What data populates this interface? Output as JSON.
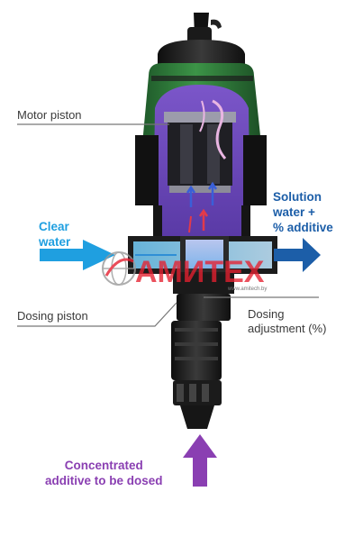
{
  "labels": {
    "motor_piston": "Motor piston",
    "dosing_piston": "Dosing piston",
    "dosing_adjustment_line1": "Dosing",
    "dosing_adjustment_line2": "adjustment (%)",
    "clear_water_line1": "Clear",
    "clear_water_line2": "water",
    "solution_line1": "Solution",
    "solution_line2": "water +",
    "solution_line3": "% additive",
    "concentrated_line1": "Concentrated",
    "concentrated_line2": "additive to be dosed"
  },
  "watermark": {
    "brand": "АМИТЕХ",
    "url": "www.amitech.by"
  },
  "colors": {
    "clear_water": "#1f9fe0",
    "solution": "#1c5ea8",
    "additive": "#8a3fb2",
    "housing_green": "#2e7a3a",
    "housing_dark": "#1b1b1b",
    "chamber_purple": "#6a4ab8",
    "watermark_red": "#e52030"
  },
  "icons": {
    "inlet_arrow": "arrow-right-icon",
    "outlet_arrow": "arrow-right-icon",
    "additive_arrow": "arrow-up-icon",
    "watermark_logo": "globe-logo-icon"
  }
}
